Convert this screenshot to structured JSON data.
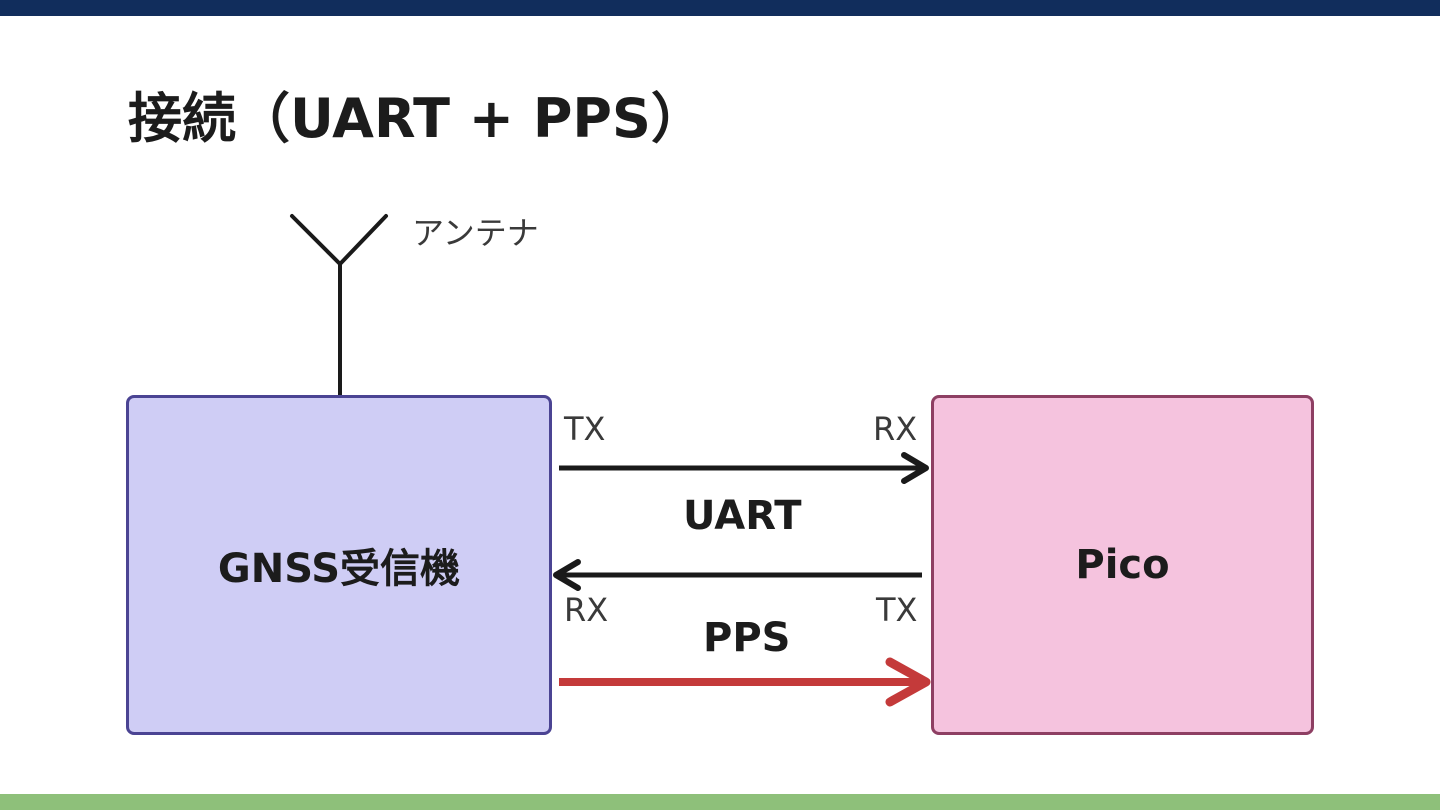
{
  "title": "接続（UART + PPS）",
  "antenna_label": "アンテナ",
  "blocks": {
    "gnss": "GNSS受信機",
    "pico": "Pico"
  },
  "uart": {
    "label": "UART",
    "gnss_tx": "TX",
    "pico_rx": "RX",
    "gnss_rx": "RX",
    "pico_tx": "TX"
  },
  "pps": {
    "label": "PPS"
  },
  "colors": {
    "top_bar": "#112d5c",
    "bottom_bar": "#8ec07a",
    "gnss_fill": "#cfcdf5",
    "gnss_border": "#4b4493",
    "pico_fill": "#f5c3de",
    "pico_border": "#8e3f63",
    "uart_wire": "#1a1a1a",
    "pps_wire": "#c43a3a"
  }
}
